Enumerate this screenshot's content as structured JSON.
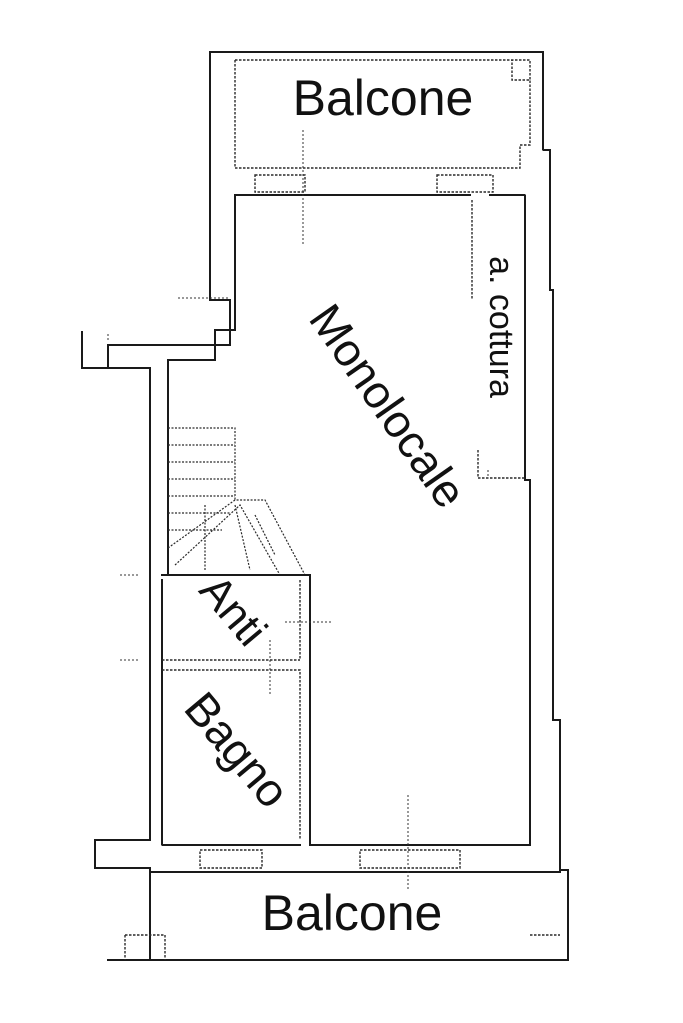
{
  "rooms": {
    "balcony_top": "Balcone",
    "kitchen_area": "a. cottura",
    "main_room": "Monolocale",
    "antechamber": "Anti",
    "bathroom": "Bagno",
    "balcony_bottom": "Balcone"
  }
}
